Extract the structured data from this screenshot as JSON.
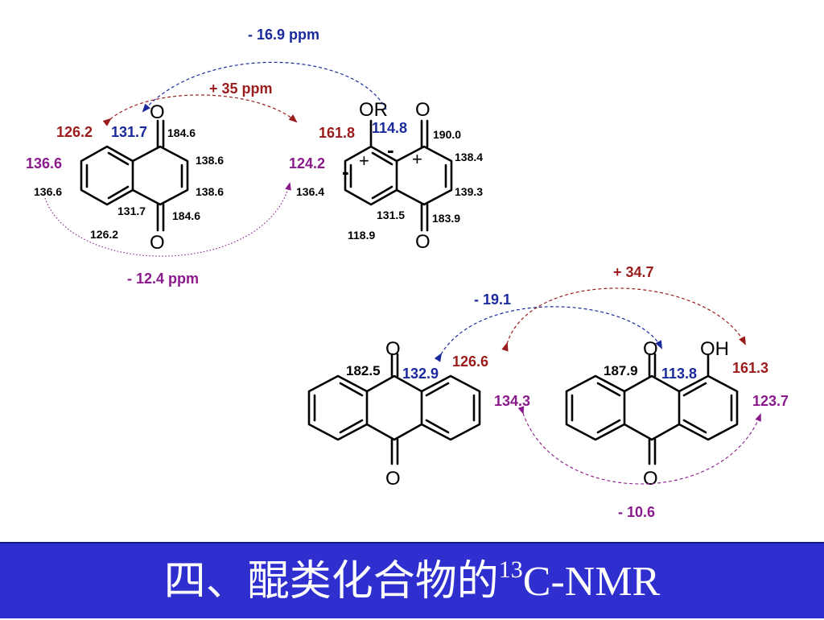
{
  "colors": {
    "blue": "#1a2a9c",
    "red": "#9b1c1c",
    "purple": "#8a1a8c",
    "footer_bg": "#2f2fd0",
    "footer_text": "#ffffff"
  },
  "top": {
    "shift_blue": "- 16.9 ppm",
    "shift_red": "+ 35 ppm",
    "shift_purple": "-  12.4 ppm",
    "left": {
      "o_top": "O",
      "o_bottom": "O",
      "v126_2_red": "126.2",
      "v131_7_blue": "131.7",
      "v184_6_top": "184.6",
      "v136_6_purple": "136.6",
      "v138_6_upper": "138.6",
      "v136_6": "136.6",
      "v138_6_lower": "138.6",
      "v131_7": "131.7",
      "v184_6_bottom": "184.6",
      "v126_2": "126.2"
    },
    "right": {
      "or": "OR",
      "o_top": "O",
      "o_bottom": "O",
      "v161_8_red": "161.8",
      "v114_8_blue": "114.8",
      "v190_0": "190.0",
      "v124_2_purple": "124.2",
      "v138_4": "138.4",
      "v136_4": "136.4",
      "v139_3": "139.3",
      "v131_5": "131.5",
      "v183_9": "183.9",
      "v118_9": "118.9",
      "plus1": "+",
      "plus2": "+",
      "minus1": "-",
      "minus2": "-"
    }
  },
  "bottom": {
    "shift_red": "+ 34.7",
    "shift_blue": "- 19.1",
    "shift_purple": "- 10.6",
    "left": {
      "o_top": "O",
      "o_bottom": "O",
      "v182_5": "182.5",
      "v132_9_blue": "132.9",
      "v126_6_red": "126.6",
      "v134_3_purple": "134.3"
    },
    "right": {
      "o_top": "O",
      "oh": "OH",
      "o_bottom": "O",
      "v187_9": "187.9",
      "v113_8_blue": "113.8",
      "v161_3_red": "161.3",
      "v123_7_purple": "123.7"
    }
  },
  "footer": {
    "title_main": "四、醌类化合物的",
    "title_sup": "13",
    "title_tail": "C-NMR"
  }
}
